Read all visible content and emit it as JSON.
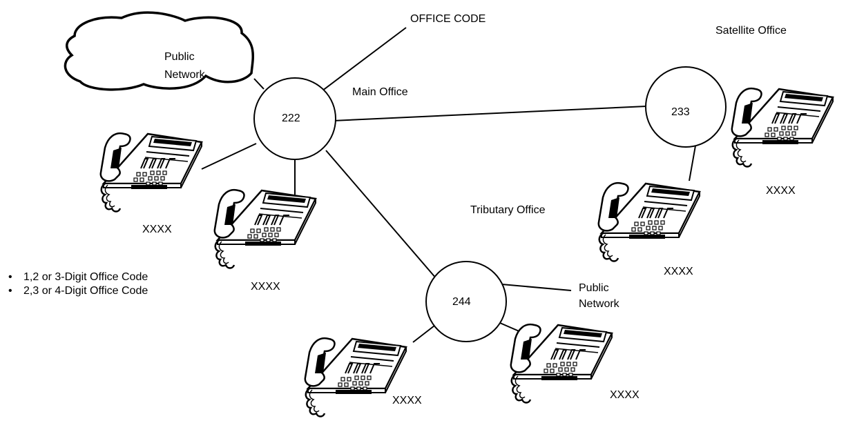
{
  "callout": {
    "office_code": "OFFICE CODE"
  },
  "clouds": [
    {
      "label": "Public\nNetwork"
    }
  ],
  "offices": {
    "main": {
      "name": "Main Office",
      "code": "222"
    },
    "satellite": {
      "name": "Satellite Office",
      "code": "233"
    },
    "tributary": {
      "name": "Tributary Office",
      "code": "244"
    }
  },
  "public_network_link": {
    "label": "Public\nNetwork"
  },
  "extension_label": "XXXX",
  "notes": [
    "1,2 or 3-Digit Office Code",
    "2,3 or 4-Digit Office Code"
  ]
}
